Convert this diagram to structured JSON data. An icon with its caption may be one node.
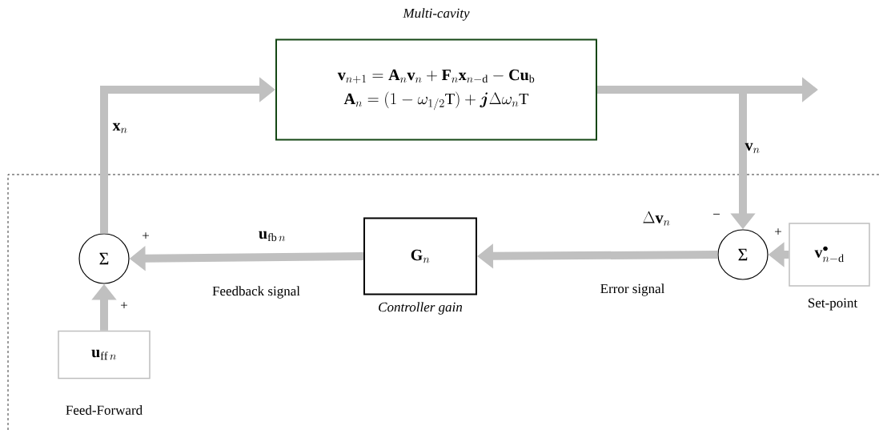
{
  "diagram": {
    "nodes": [
      {
        "text": [
          "Multi-cavity",
          "\\mathbf{v}_{n+1} = \\mathbf{A}_n\\mathbf{v}_n + \\mathbf{F}_n\\mathbf{x}_{n-\\mathrm{d}} - \\mathbf{C}\\mathbf{u}_{\\mathrm{b}}",
          "\\mathbf{A}_n = (1-\\omega_{1/2}\\mathrm{T}) + \\boldsymbol{j}\\Delta\\omega_n\\mathrm{T}"
        ]
      },
      {
        "text": [
          "Σ"
        ]
      },
      {
        "text": [
          "\\mathbf{G}_n"
        ],
        "beside": [
          "Controller gain"
        ]
      },
      {
        "text": [
          "Σ"
        ]
      },
      {
        "text": [
          "\\mathbf{v}^{\\bullet}_{n-\\mathrm{d}}"
        ],
        "beside": [
          "Set-point"
        ]
      },
      {
        "text": [
          "\\mathbf{u}_{\\mathrm{ff}\\,n}"
        ],
        "beside": [
          "Feed-Forward"
        ]
      }
    ],
    "edges": [
      {
        "from": 1,
        "to": 0,
        "arrow": "to",
        "label": "\\mathbf{x}_n"
      },
      {
        "from": 0,
        "to": null,
        "arrow": "to"
      },
      {
        "from": 0,
        "to": 3,
        "arrow": "to",
        "label": "\\mathbf{v}_n"
      },
      {
        "from": 4,
        "to": 3,
        "arrow": "to"
      },
      {
        "from": 3,
        "to": 2,
        "arrow": "to",
        "label": "\\Delta\\mathbf{v}_n"
      },
      {
        "from": 2,
        "to": 1,
        "arrow": "to",
        "label": "\\mathbf{u}_{\\mathrm{fb}\\,n}"
      },
      {
        "from": 5,
        "to": 1,
        "arrow": "to"
      }
    ],
    "labels": [
      "+",
      "−",
      "+",
      "Feedback signal",
      "Error signal",
      "+"
    ]
  }
}
